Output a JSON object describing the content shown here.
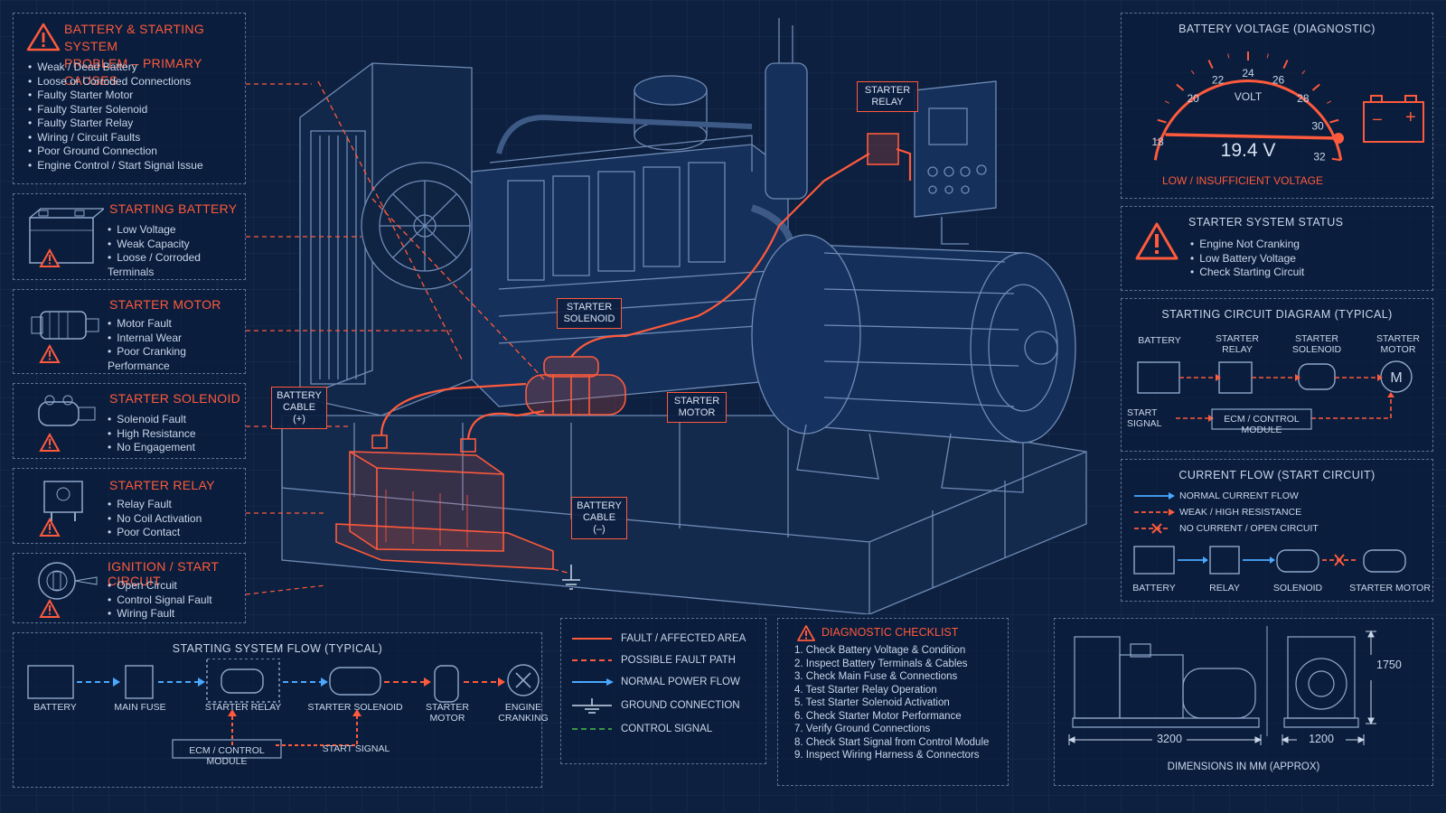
{
  "causes": {
    "title_line1": "BATTERY & STARTING SYSTEM",
    "title_line2": "PROBLEM – PRIMARY CAUSES",
    "items": [
      "Weak / Dead Battery",
      "Loose or Corroded Connections",
      "Faulty Starter Motor",
      "Faulty Starter Solenoid",
      "Faulty Starter Relay",
      "Wiring / Circuit Faults",
      "Poor Ground Connection",
      "Engine Control / Start Signal Issue"
    ]
  },
  "starting_battery": {
    "title": "STARTING BATTERY",
    "items": [
      "Low Voltage",
      "Weak Capacity",
      "Loose / Corroded Terminals"
    ]
  },
  "starter_motor": {
    "title": "STARTER MOTOR",
    "items": [
      "Motor Fault",
      "Internal Wear",
      "Poor Cranking Performance"
    ]
  },
  "starter_solenoid": {
    "title": "STARTER SOLENOID",
    "items": [
      "Solenoid Fault",
      "High Resistance",
      "No Engagement"
    ]
  },
  "starter_relay": {
    "title": "STARTER RELAY",
    "items": [
      "Relay Fault",
      "No Coil Activation",
      "Poor Contact"
    ]
  },
  "ignition": {
    "title": "IGNITION / START CIRCUIT",
    "items": [
      "Open Circuit",
      "Control Signal Fault",
      "Wiring Fault"
    ]
  },
  "callouts": {
    "starter_relay": "STARTER RELAY",
    "starter_solenoid": "STARTER SOLENOID",
    "battery_cable_pos": "BATTERY CABLE (+)",
    "starter_motor": "STARTER MOTOR",
    "battery_cable_neg": "BATTERY CABLE (–)"
  },
  "gauge": {
    "title": "BATTERY VOLTAGE (DIAGNOSTIC)",
    "unit": "VOLT",
    "ticks": [
      "18",
      "20",
      "22",
      "24",
      "26",
      "28",
      "30",
      "32"
    ],
    "low_tick": "18",
    "value": 19.4,
    "value_label": "19.4 V",
    "min": 16,
    "max": 32,
    "status": "LOW / INSUFFICIENT VOLTAGE",
    "battery_minus": "–",
    "battery_plus": "+"
  },
  "status": {
    "title": "STARTER SYSTEM STATUS",
    "items": [
      "Engine Not Cranking",
      "Low Battery Voltage",
      "Check Starting Circuit"
    ]
  },
  "circuit": {
    "title": "STARTING CIRCUIT DIAGRAM (TYPICAL)",
    "battery": "BATTERY",
    "relay": "STARTER RELAY",
    "solenoid": "STARTER SOLENOID",
    "motor": "STARTER MOTOR",
    "motor_symbol": "M",
    "start_signal": "START SIGNAL",
    "ecm": "ECM / CONTROL MODULE"
  },
  "current_flow": {
    "title": "CURRENT FLOW (START CIRCUIT)",
    "legend": [
      "NORMAL CURRENT FLOW",
      "WEAK / HIGH RESISTANCE",
      "NO CURRENT / OPEN CIRCUIT"
    ],
    "labels": [
      "BATTERY",
      "RELAY",
      "SOLENOID",
      "STARTER MOTOR"
    ]
  },
  "flow": {
    "title": "STARTING SYSTEM FLOW (TYPICAL)",
    "steps": [
      "BATTERY",
      "MAIN FUSE",
      "STARTER RELAY",
      "STARTER SOLENOID",
      "STARTER MOTOR",
      "ENGINE CRANKING"
    ],
    "ecm": "ECM / CONTROL MODULE",
    "start_signal": "START SIGNAL"
  },
  "legend": [
    "FAULT / AFFECTED AREA",
    "POSSIBLE FAULT PATH",
    "NORMAL POWER FLOW",
    "GROUND CONNECTION",
    "CONTROL SIGNAL"
  ],
  "checklist": {
    "title": "DIAGNOSTIC CHECKLIST",
    "items": [
      "1.  Check Battery Voltage & Condition",
      "2.  Inspect Battery Terminals & Cables",
      "3.  Check Main Fuse & Connections",
      "4.  Test Starter Relay Operation",
      "5.  Test Starter Solenoid Activation",
      "6.  Check Starter Motor Performance",
      "7.  Verify Ground Connections",
      "8.  Check Start Signal from Control Module",
      "9.  Inspect Wiring Harness & Connectors"
    ]
  },
  "dimensions": {
    "length": "3200",
    "width": "1200",
    "height": "1750",
    "caption": "DIMENSIONS IN MM (APPROX)"
  },
  "colors": {
    "fault": "#ff5a3c",
    "normal": "#4aa8ff",
    "control": "#48c048",
    "line": "#8fa8cc"
  }
}
